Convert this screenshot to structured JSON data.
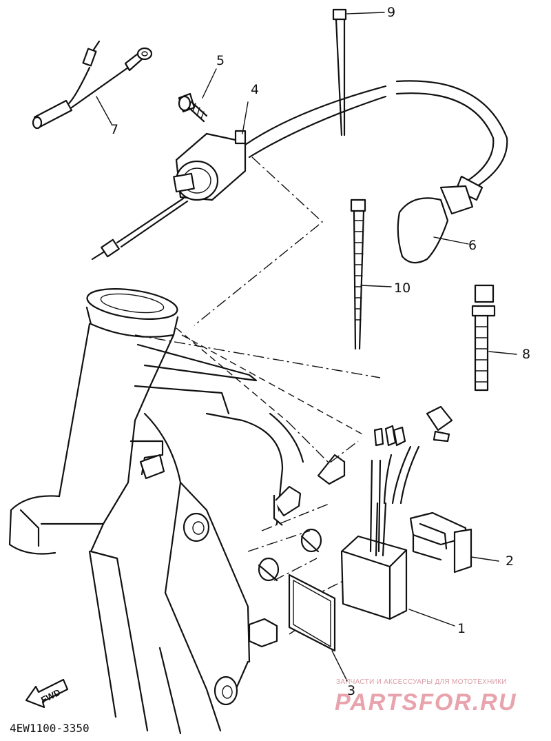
{
  "callouts": [
    {
      "id": "1",
      "label": "1"
    },
    {
      "id": "2",
      "label": "2"
    },
    {
      "id": "3",
      "label": "3"
    },
    {
      "id": "4",
      "label": "4"
    },
    {
      "id": "5",
      "label": "5"
    },
    {
      "id": "6",
      "label": "6"
    },
    {
      "id": "7",
      "label": "7"
    },
    {
      "id": "8",
      "label": "8"
    },
    {
      "id": "9",
      "label": "9"
    },
    {
      "id": "10",
      "label": "10"
    }
  ],
  "diagram_code": "4EW1100-3350",
  "direction_marker": "FWD",
  "watermark": {
    "tagline": "ЗАПЧАСТИ И АКСЕССУАРЫ ДЛЯ МОТОТЕХНИКИ",
    "brand": "PARTSFOR.RU"
  }
}
